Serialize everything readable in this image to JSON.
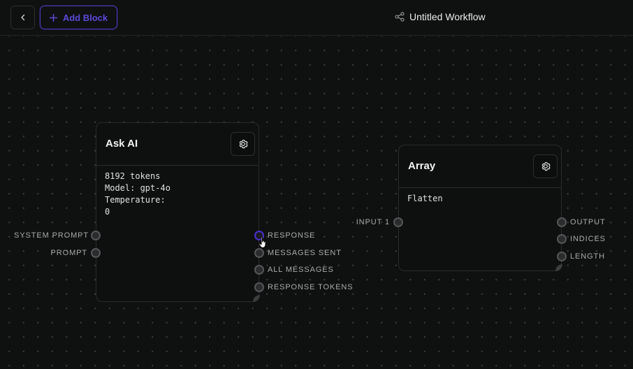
{
  "topbar": {
    "back_icon": "chevron-left-icon",
    "add_block_label": "Add Block",
    "add_block_icon": "plus-icon",
    "workflow_icon": "share-nodes-icon",
    "workflow_title": "Untitled Workflow"
  },
  "colors": {
    "background": "#0f1010",
    "accent": "#5b4ad8",
    "port_active": "#4a2fd0",
    "port_border": "#555657"
  },
  "nodes": [
    {
      "title": "Ask AI",
      "settings_icon": "gear-icon",
      "body_lines": [
        "8192 tokens",
        "Model: gpt-4o",
        "Temperature:",
        "0"
      ],
      "inputs": [
        "SYSTEM PROMPT",
        "PROMPT"
      ],
      "outputs": [
        "RESPONSE",
        "MESSAGES SENT",
        "ALL MESSAGES",
        "RESPONSE TOKENS"
      ],
      "active_output": "RESPONSE"
    },
    {
      "title": "Array",
      "settings_icon": "gear-icon",
      "body_lines": [
        "Flatten"
      ],
      "inputs": [
        "INPUT 1"
      ],
      "outputs": [
        "OUTPUT",
        "INDICES",
        "LENGTH"
      ]
    }
  ],
  "cursor": "pointer-hand-icon"
}
